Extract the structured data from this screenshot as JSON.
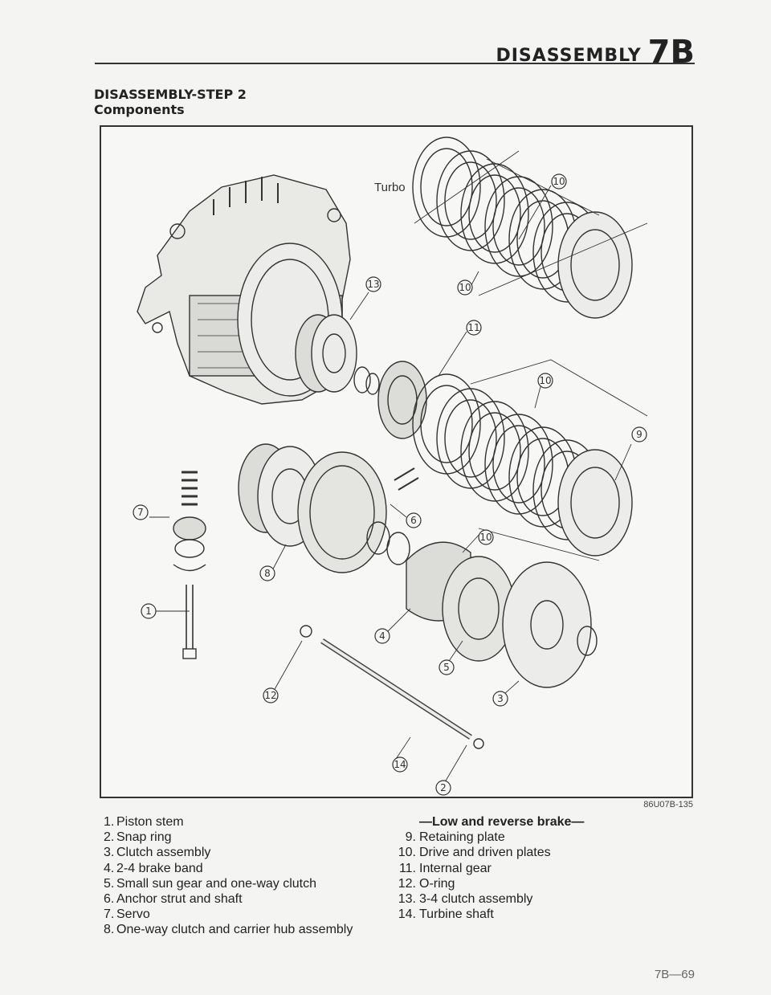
{
  "header": {
    "section_name": "DISASSEMBLY",
    "section_code": "7B"
  },
  "heading": {
    "step": "DISASSEMBLY-STEP 2",
    "subtitle": "Components"
  },
  "figure": {
    "turbo_label": "Turbo",
    "figure_code": "86U07B-135",
    "callouts": {
      "c1": "1",
      "c2": "2",
      "c3": "3",
      "c4": "4",
      "c5": "5",
      "c6": "6",
      "c7": "7",
      "c8": "8",
      "c9": "9",
      "c10": "10",
      "c11": "11",
      "c12": "12",
      "c13": "13",
      "c14": "14"
    }
  },
  "legend": {
    "left": [
      {
        "num": "1.",
        "text": "Piston stem"
      },
      {
        "num": "2.",
        "text": "Snap ring"
      },
      {
        "num": "3.",
        "text": "Clutch assembly"
      },
      {
        "num": "4.",
        "text": "2-4 brake band"
      },
      {
        "num": "5.",
        "text": "Small sun gear and one-way clutch"
      },
      {
        "num": "6.",
        "text": "Anchor strut and shaft"
      },
      {
        "num": "7.",
        "text": "Servo"
      },
      {
        "num": "8.",
        "text": "One-way clutch and carrier hub assembly"
      }
    ],
    "subhead": "—Low and reverse brake—",
    "right": [
      {
        "num": "9.",
        "text": "Retaining plate"
      },
      {
        "num": "10.",
        "text": "Drive and driven plates"
      },
      {
        "num": "11.",
        "text": "Internal gear"
      },
      {
        "num": "12.",
        "text": "O-ring"
      },
      {
        "num": "13.",
        "text": "3-4 clutch assembly"
      },
      {
        "num": "14.",
        "text": "Turbine shaft"
      }
    ]
  },
  "footer": {
    "page_number": "7B—69"
  }
}
